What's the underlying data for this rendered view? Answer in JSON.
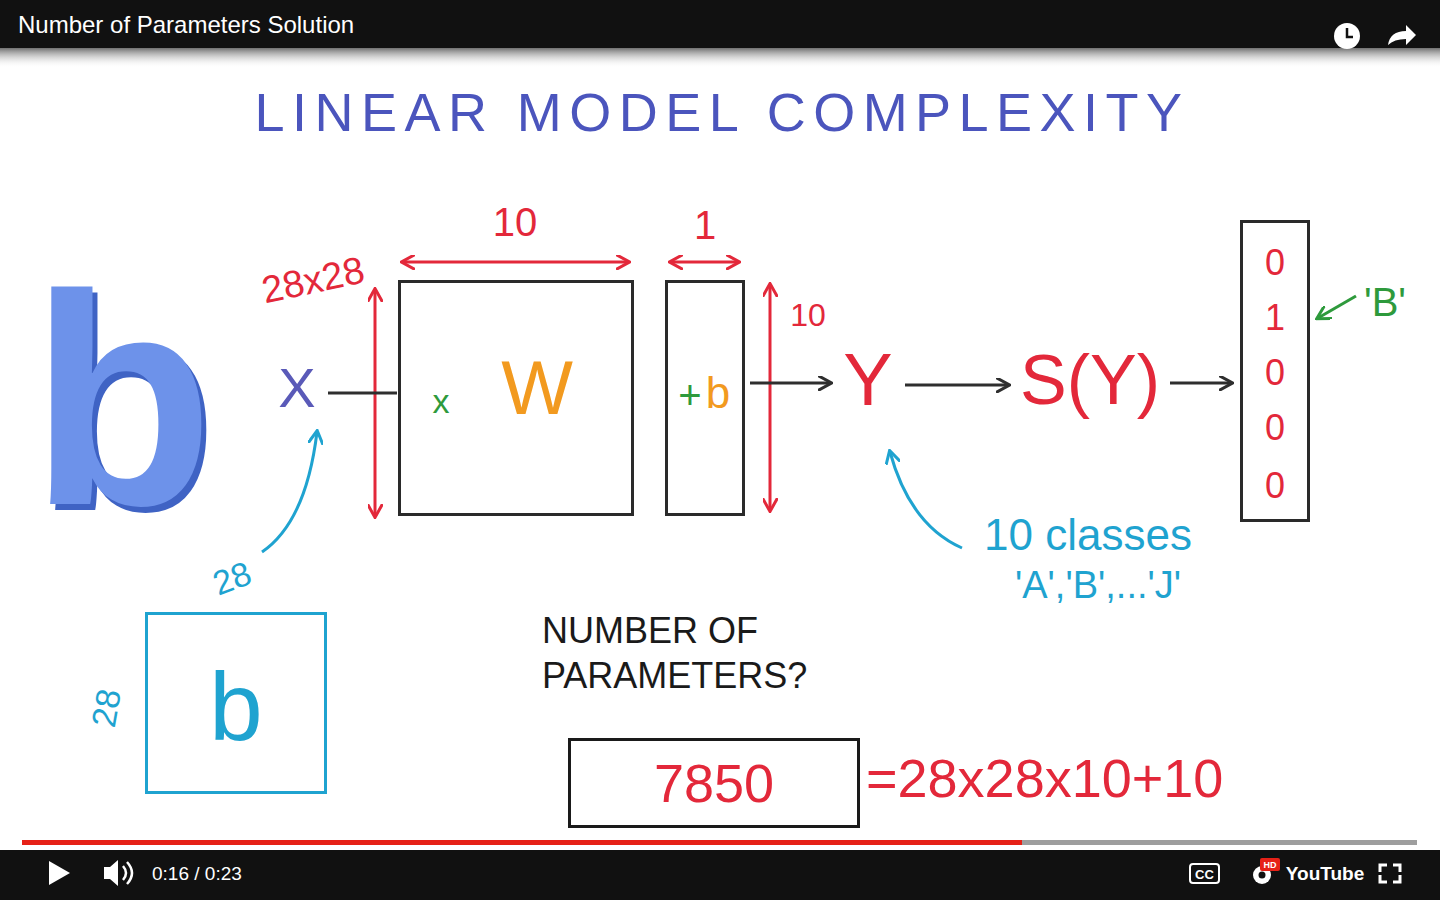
{
  "diagram": {
    "title": "LINEAR MODEL COMPLEXITY",
    "nodes": [
      {
        "text": [
          "x",
          "W"
        ]
      },
      {
        "text": [
          "+",
          "b"
        ]
      },
      {
        "text": [
          "0",
          "1",
          "0",
          "0",
          "0"
        ]
      },
      {
        "text": [
          "b"
        ]
      },
      {
        "text": [
          "7850"
        ]
      }
    ],
    "labels": [
      "Number of Parameters Solution",
      "b",
      "28x28",
      "10",
      "1",
      "10",
      "X",
      "Y",
      "S(Y)",
      "'B'",
      "10 classes",
      "'A','B',...'J'",
      "28",
      "28",
      "NUMBER OF PARAMETERS?",
      "=28x28x10+10",
      "0:16 / 0:23",
      "CC",
      "HD",
      "YouTube"
    ]
  }
}
